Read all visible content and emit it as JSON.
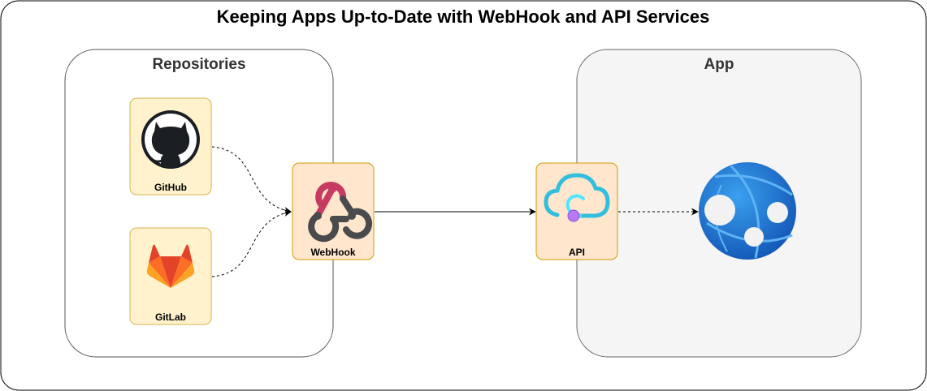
{
  "diagram": {
    "title": "Keeping Apps Up-to-Date with WebHook and API Services",
    "groups": {
      "repositories": {
        "label": "Repositories"
      },
      "app": {
        "label": "App",
        "fill": "#f5f5f5"
      }
    },
    "nodes": {
      "github": {
        "label": "GitHub",
        "icon": "github-octocat-icon"
      },
      "gitlab": {
        "label": "GitLab",
        "icon": "gitlab-fox-icon"
      },
      "webhook": {
        "label": "WebHook",
        "icon": "webhook-icon"
      },
      "api": {
        "label": "API",
        "icon": "cloud-api-icon"
      },
      "webapp": {
        "label": "",
        "icon": "azure-web-app-globe-icon"
      }
    },
    "edges": [
      {
        "from": "github",
        "to": "webhook",
        "style": "dashed"
      },
      {
        "from": "gitlab",
        "to": "webhook",
        "style": "dashed"
      },
      {
        "from": "webhook",
        "to": "api",
        "style": "solid"
      },
      {
        "from": "api",
        "to": "webapp",
        "style": "dashed"
      }
    ],
    "colors": {
      "repo_node_fill": "#fff2cc",
      "repo_node_stroke": "#d6b656",
      "service_node_fill": "#ffe6cc",
      "service_node_stroke": "#d79b00",
      "webhook_red": "#c73b63",
      "webhook_dark": "#4b4b4d",
      "cloud_blue": "#32bedd",
      "globe_blue": "#1b6ac6"
    }
  }
}
